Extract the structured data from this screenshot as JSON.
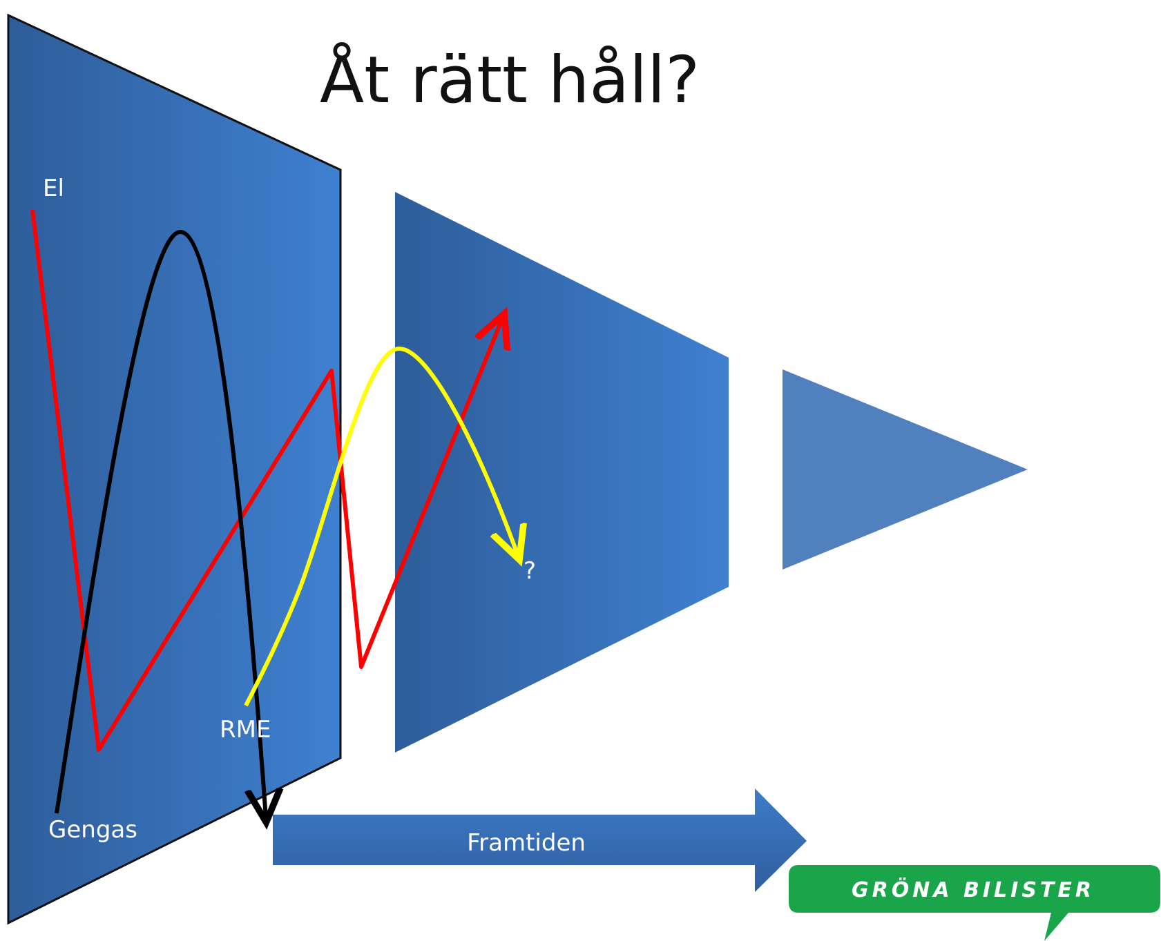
{
  "slide": {
    "title": "Åt rätt håll?"
  },
  "labels": {
    "el": "El",
    "gengas": "Gengas",
    "rme": "RME",
    "question": "?"
  },
  "arrow": {
    "label": "Framtiden"
  },
  "logo": {
    "text": "GRÖNA BILISTER",
    "color": "#1aa54b"
  },
  "colors": {
    "panel_dark": "#2e5d9a",
    "panel_light": "#3e7fcf",
    "panel_flat": "#5080bd",
    "line_el": "#ff0000",
    "line_gengas": "#000000",
    "line_rme": "#ffff00"
  }
}
